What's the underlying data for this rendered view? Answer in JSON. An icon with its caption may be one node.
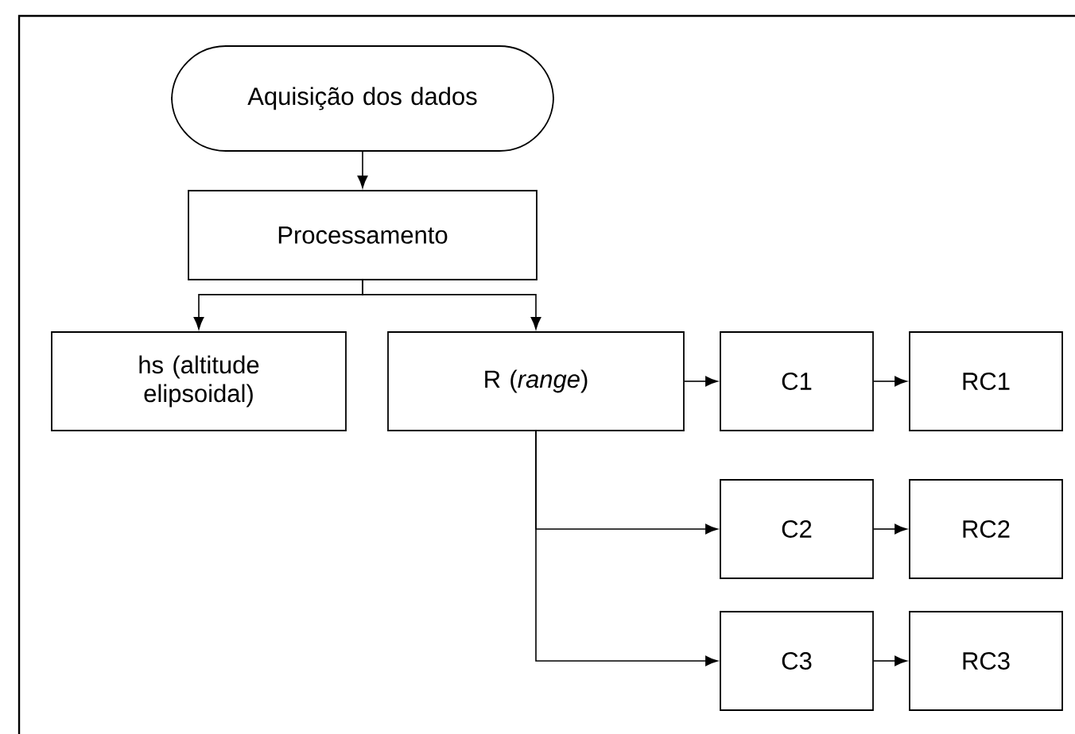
{
  "diagram": {
    "nodes": [
      {
        "text": [
          "Aquisição dos dados"
        ]
      },
      {
        "text": [
          "Processamento"
        ]
      },
      {
        "text": [
          "hs (altitude elipsoidal)"
        ]
      },
      {
        "text": [
          "R (*range*)"
        ]
      },
      {
        "text": [
          "C1"
        ]
      },
      {
        "text": [
          "RC1"
        ]
      },
      {
        "text": [
          "C2"
        ]
      },
      {
        "text": [
          "RC2"
        ]
      },
      {
        "text": [
          "C3"
        ]
      },
      {
        "text": [
          "RC3"
        ]
      }
    ],
    "edges": [
      {
        "from": 0,
        "to": 1,
        "arrow": "to"
      },
      {
        "from": 1,
        "to": 2,
        "arrow": "to"
      },
      {
        "from": 1,
        "to": 3,
        "arrow": "to"
      },
      {
        "from": 3,
        "to": 4,
        "arrow": "to"
      },
      {
        "from": 4,
        "to": 5,
        "arrow": "to"
      },
      {
        "from": 3,
        "to": 6,
        "arrow": "to"
      },
      {
        "from": 6,
        "to": 7,
        "arrow": "to"
      },
      {
        "from": 3,
        "to": 8,
        "arrow": "to"
      },
      {
        "from": 8,
        "to": 9,
        "arrow": "to"
      }
    ]
  }
}
